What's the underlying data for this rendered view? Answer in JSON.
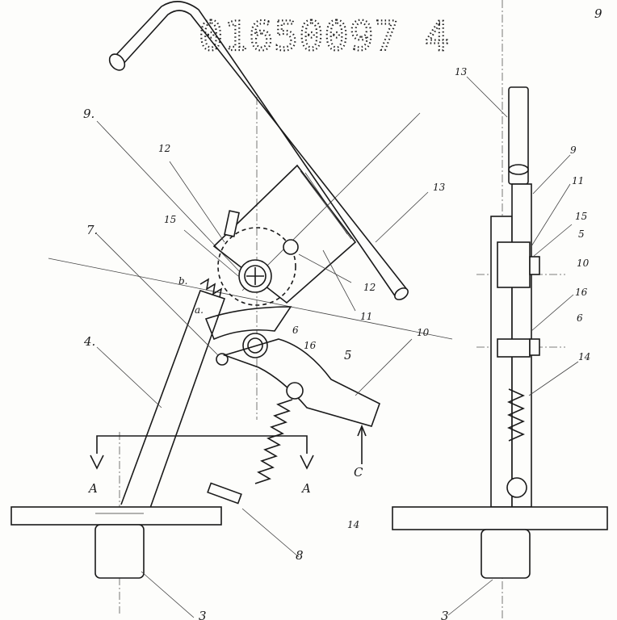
{
  "document": {
    "number": "01650097 4",
    "page_number": "9"
  },
  "labels": {
    "front_view": {
      "l9": "9.",
      "l12_top": "12",
      "l15": "15",
      "l7": "7.",
      "l13": "13",
      "l12_right": "12",
      "l11": "11",
      "lb": "b.",
      "la": "a.",
      "l6": "6",
      "l16": "16",
      "l5": "5",
      "l10": "10",
      "l4": "4.",
      "lC": "C",
      "lA_left": "A",
      "lA_right": "A",
      "l14": "14",
      "l8": "8",
      "l3": "3"
    },
    "side_view": {
      "l13": "13",
      "l9": "9",
      "l11": "11",
      "l15": "15",
      "l5": "5",
      "l10": "10",
      "l16": "16",
      "l6": "6",
      "l14": "14",
      "l3": "3"
    }
  }
}
